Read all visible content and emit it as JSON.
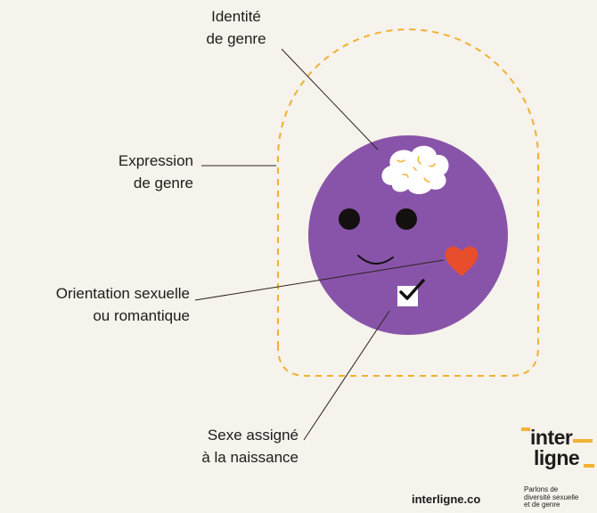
{
  "labels": {
    "identite": [
      "Identité",
      "de genre"
    ],
    "expression": [
      "Expression",
      "de genre"
    ],
    "orientation": [
      "Orientation sexuelle",
      "ou romantique"
    ],
    "sexe": [
      "Sexe assigné",
      "à la naissance"
    ]
  },
  "footer": {
    "url": "interligne.co"
  },
  "logo": {
    "line1": "inter",
    "line2": "ligne",
    "tagline": [
      "Parlons de",
      "diversité sexuelle",
      "et de genre"
    ]
  },
  "colors": {
    "background": "#f6f2ec",
    "face": "#8854a9",
    "dashed_outline": "#f0b12f",
    "heart": "#e84e2c",
    "cloud": "#ffffff",
    "leader_lines": "#2a2422",
    "logo_accent": "#f2b233"
  },
  "icons": [
    "brain-cloud-icon",
    "heart-icon",
    "checkbox-icon",
    "smiley-face"
  ]
}
